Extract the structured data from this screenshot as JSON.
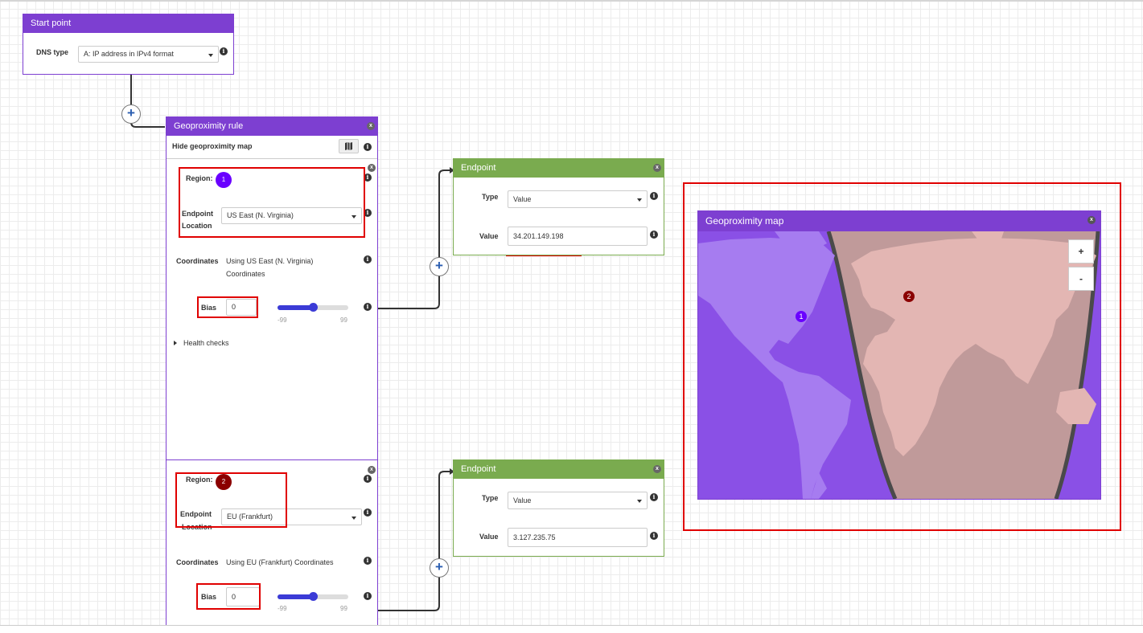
{
  "start_point": {
    "title": "Start point",
    "dns_type_label": "DNS type",
    "dns_type_value": "A: IP address in IPv4 format"
  },
  "geo_rule": {
    "title": "Geoproximity rule",
    "hide_map_label": "Hide geoproximity map",
    "regions": [
      {
        "region_label": "Region:",
        "badge": "1",
        "badge_color": "#6a00ff",
        "endpoint_location_label_1": "Endpoint",
        "endpoint_location_label_2": "Location",
        "endpoint_location_value": "US East (N. Virginia)",
        "coordinates_label": "Coordinates",
        "coordinates_value_1": "Using US East (N. Virginia)",
        "coordinates_value_2": "Coordinates",
        "bias_label": "Bias",
        "bias_value": "0",
        "bias_min": "-99",
        "bias_max": "99",
        "health_checks_label": "Health checks"
      },
      {
        "region_label": "Region:",
        "badge": "2",
        "badge_color": "#8b0000",
        "endpoint_location_label_1": "Endpoint",
        "endpoint_location_label_2": "Location",
        "endpoint_location_value": "EU (Frankfurt)",
        "coordinates_label": "Coordinates",
        "coordinates_value_1": "Using EU (Frankfurt) Coordinates",
        "bias_label": "Bias",
        "bias_value": "0",
        "bias_min": "-99",
        "bias_max": "99"
      }
    ]
  },
  "endpoints": [
    {
      "title": "Endpoint",
      "type_label": "Type",
      "type_value": "Value",
      "value_label": "Value",
      "value": "34.201.149.198"
    },
    {
      "title": "Endpoint",
      "type_label": "Type",
      "type_value": "Value",
      "value_label": "Value",
      "value": "3.127.235.75"
    }
  ],
  "map": {
    "title": "Geoproximity map",
    "zoom_in": "+",
    "zoom_out": "-",
    "markers": [
      "1",
      "2"
    ],
    "colors": {
      "region1": "#8a50e6",
      "region2": "#c09a9a",
      "land1": "#a67cf0",
      "land2": "#e3b6b3"
    }
  },
  "icons": {
    "info": "i",
    "close": "x",
    "plus": "+",
    "map_icon": "map-icon"
  }
}
